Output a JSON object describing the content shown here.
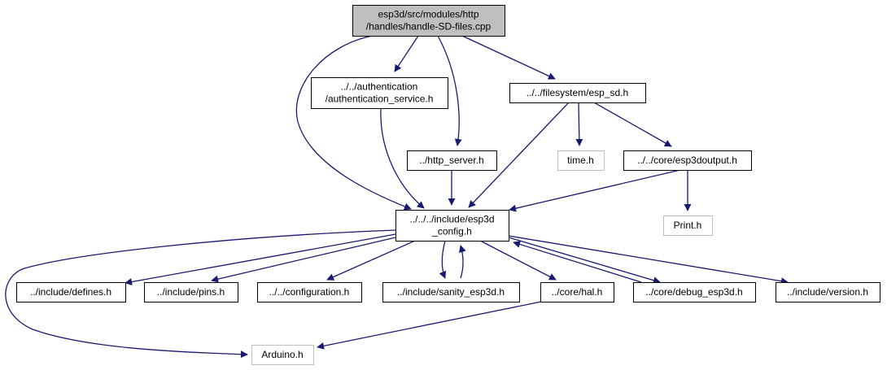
{
  "diagram": {
    "colors": {
      "edge": "#191970",
      "root_fill": "#bfbfbf",
      "node_fill": "#ffffff",
      "node_border": "#000000",
      "external_border": "#bfbfbf",
      "external_text": "#555555"
    },
    "nodes": {
      "root": {
        "lines": [
          "esp3d/src/modules/http",
          "/handles/handle-SD-files.cpp"
        ],
        "kind": "root"
      },
      "auth": {
        "lines": [
          "../../authentication",
          "/authentication_service.h"
        ],
        "kind": "normal"
      },
      "espsd": {
        "lines": [
          "../../filesystem/esp_sd.h"
        ],
        "kind": "normal"
      },
      "httpserver": {
        "lines": [
          "../http_server.h"
        ],
        "kind": "normal"
      },
      "time": {
        "lines": [
          "time.h"
        ],
        "kind": "external"
      },
      "esp3doutput": {
        "lines": [
          "../../core/esp3doutput.h"
        ],
        "kind": "normal"
      },
      "config": {
        "lines": [
          "../../../include/esp3d",
          "_config.h"
        ],
        "kind": "normal"
      },
      "print": {
        "lines": [
          "Print.h"
        ],
        "kind": "external"
      },
      "defines": {
        "lines": [
          "../include/defines.h"
        ],
        "kind": "normal"
      },
      "pins": {
        "lines": [
          "../include/pins.h"
        ],
        "kind": "normal"
      },
      "configuration": {
        "lines": [
          "../../configuration.h"
        ],
        "kind": "normal"
      },
      "sanity": {
        "lines": [
          "../include/sanity_esp3d.h"
        ],
        "kind": "normal"
      },
      "hal": {
        "lines": [
          "../core/hal.h"
        ],
        "kind": "normal"
      },
      "debug": {
        "lines": [
          "../core/debug_esp3d.h"
        ],
        "kind": "normal"
      },
      "version": {
        "lines": [
          "../include/version.h"
        ],
        "kind": "normal"
      },
      "arduino": {
        "lines": [
          "Arduino.h"
        ],
        "kind": "external"
      }
    },
    "edges": [
      [
        "root",
        "auth"
      ],
      [
        "root",
        "espsd"
      ],
      [
        "root",
        "httpserver"
      ],
      [
        "root",
        "config"
      ],
      [
        "auth",
        "config"
      ],
      [
        "httpserver",
        "config"
      ],
      [
        "espsd",
        "time"
      ],
      [
        "espsd",
        "esp3doutput"
      ],
      [
        "espsd",
        "config"
      ],
      [
        "esp3doutput",
        "config"
      ],
      [
        "esp3doutput",
        "print"
      ],
      [
        "config",
        "defines"
      ],
      [
        "config",
        "pins"
      ],
      [
        "config",
        "configuration"
      ],
      [
        "config",
        "sanity"
      ],
      [
        "config",
        "hal"
      ],
      [
        "config",
        "debug"
      ],
      [
        "config",
        "version"
      ],
      [
        "config",
        "arduino"
      ],
      [
        "sanity",
        "config"
      ],
      [
        "debug",
        "config"
      ],
      [
        "hal",
        "arduino"
      ]
    ]
  }
}
